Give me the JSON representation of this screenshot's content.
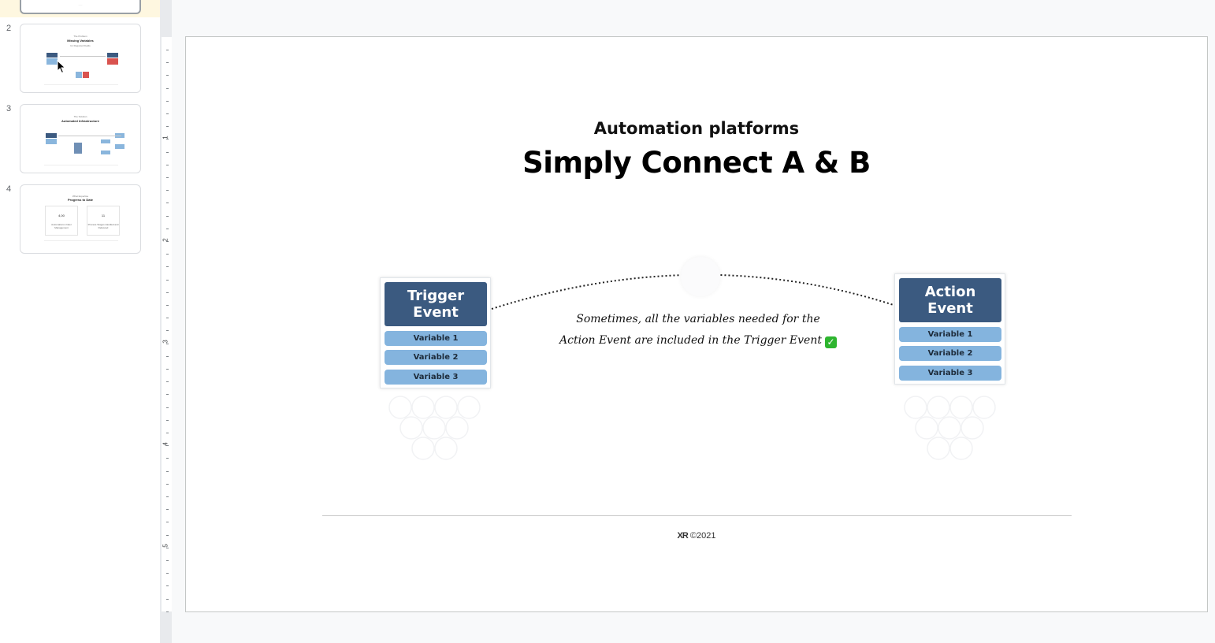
{
  "filmstrip": {
    "slides": [
      {
        "number": "",
        "selected": true
      },
      {
        "number": "2",
        "kicker": "The Problem",
        "title": "Missing Variables",
        "subtitle": "for Required Fields"
      },
      {
        "number": "3",
        "kicker": "The Solution",
        "title": "Automated Infrastructure"
      },
      {
        "number": "4",
        "kicker": "What Expertise",
        "title": "Progress to Date",
        "stat1_value": "4,00",
        "stat1_label": "Automations Under Management",
        "stat2_value": "11",
        "stat2_label": "Process Stages Handled and Delivered"
      }
    ]
  },
  "ruler": {
    "labels": [
      "1",
      "2",
      "3",
      "4",
      "5"
    ]
  },
  "slide": {
    "subtitle": "Automation platforms",
    "title": "Simply Connect A & B",
    "trigger": {
      "title_line1": "Trigger",
      "title_line2": "Event",
      "variables": [
        "Variable 1",
        "Variable 2",
        "Variable 3"
      ]
    },
    "action": {
      "title_line1": "Action",
      "title_line2": "Event",
      "variables": [
        "Variable 1",
        "Variable 2",
        "Variable 3"
      ]
    },
    "caption_line1": "Sometimes, all the variables needed for the",
    "caption_line2": "Action Event are included in the Trigger Event",
    "caption_icon": "check-mark-icon",
    "footer_logo": "XR",
    "footer_text": "©2021"
  },
  "colors": {
    "event_header": "#3b5a80",
    "variable_pill": "#84b4de",
    "check": "#2eb52f"
  }
}
